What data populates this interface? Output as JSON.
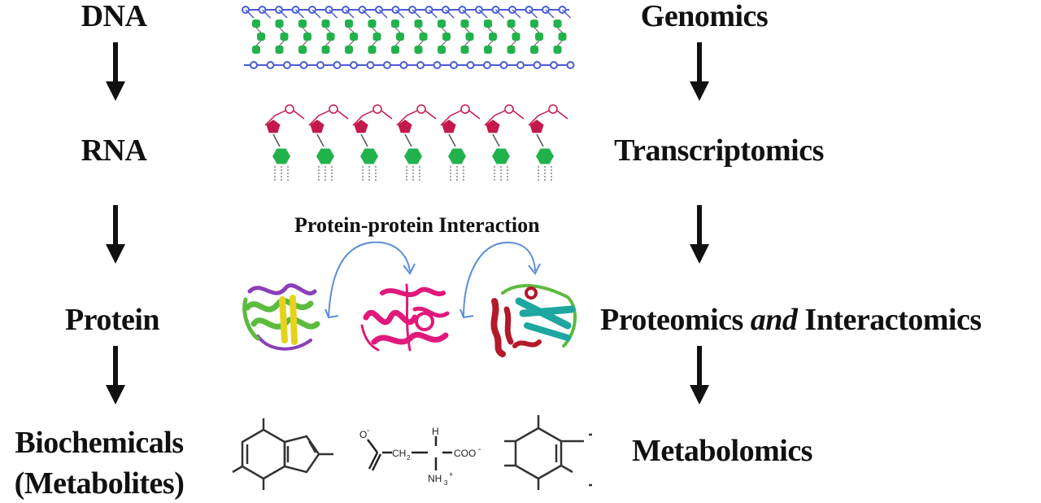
{
  "left_column": {
    "dna": "DNA",
    "rna": "RNA",
    "protein": "Protein",
    "biochemicals_line1": "Biochemicals",
    "biochemicals_line2": "(Metabolites)"
  },
  "right_column": {
    "genomics": "Genomics",
    "transcriptomics": "Transcriptomics",
    "proteomics_before": "Proteomics ",
    "proteomics_and": "and",
    "proteomics_after": " Interactomics",
    "metabolomics": "Metabolomics"
  },
  "interaction_label": "Protein-protein Interaction",
  "molecule_labels": {
    "carboxylate_o": "O",
    "carboxylate_minus": "-",
    "ch2": "CH",
    "ch2_sub": "2",
    "alpha_h": "H",
    "coo": "COO",
    "coo_minus": "-",
    "nh3": "NH",
    "nh3_sub": "3",
    "nh3_plus": "+"
  },
  "colors": {
    "arrow": "#111111",
    "dna_backbone": "#4b5bd6",
    "dna_base": "#22b24c",
    "rna_sugar": "#c4194b",
    "rna_base": "#22b24c",
    "curve_arrow": "#5b8fd6",
    "protein_green": "#5dbb3f",
    "protein_magenta": "#e0197a",
    "protein_teal": "#1ea7a0",
    "protein_red": "#b3192a"
  }
}
